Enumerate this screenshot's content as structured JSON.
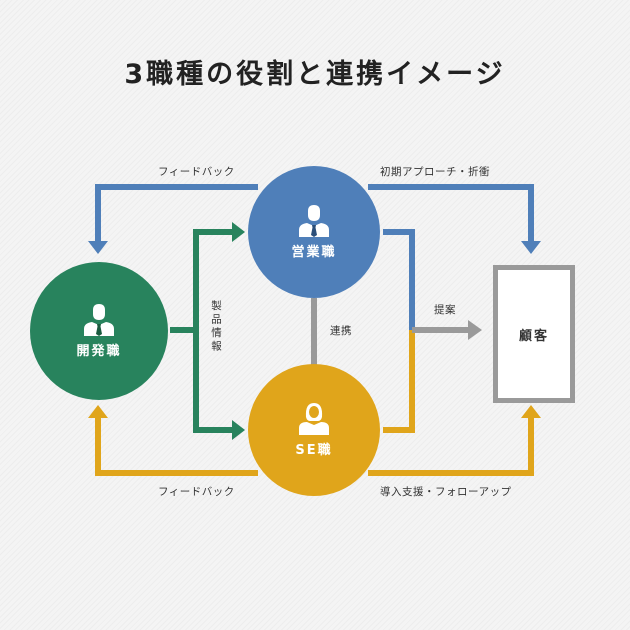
{
  "title": "3職種の役割と連携イメージ",
  "nodes": {
    "sales": {
      "label": "営業職",
      "color": "#4f7fb9"
    },
    "dev": {
      "label": "開発職",
      "color": "#28835d"
    },
    "se": {
      "label": "SE職",
      "color": "#e0a51b"
    },
    "customer": {
      "label": "顧客"
    }
  },
  "labels": {
    "feedback_top": "フィードバック",
    "feedback_bottom": "フィードバック",
    "initial_approach": "初期アプローチ・折衝",
    "product_info": "製品情報",
    "cooperation": "連携",
    "proposal": "提案",
    "implementation": "導入支援・フォローアップ"
  },
  "colors": {
    "blue": "#4f7fb9",
    "green": "#28835d",
    "yellow": "#e0a51b",
    "gray": "#9a9a9a"
  }
}
